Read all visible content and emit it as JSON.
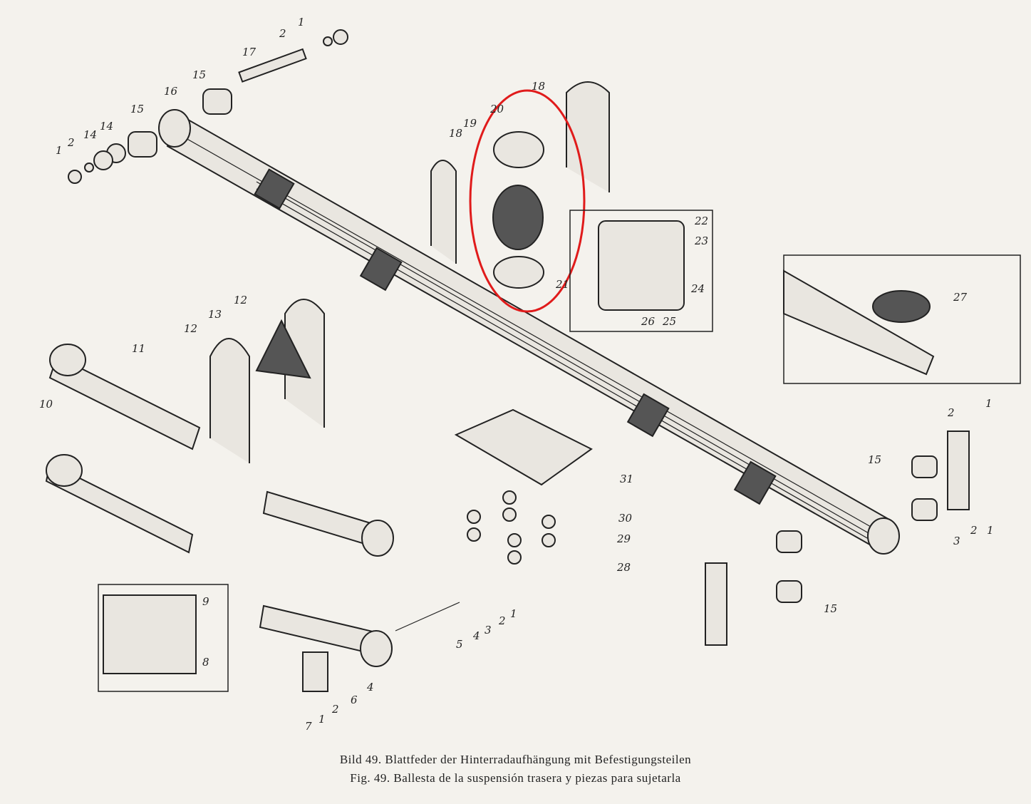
{
  "figure": {
    "caption_de": "Bild 49. Blattfeder der Hinterradaufhängung mit Befestigungsteilen",
    "caption_es": "Fig. 49. Ballesta de la suspensión trasera y piezas para sujetarla",
    "highlight_color": "#e01b1b",
    "part_labels": [
      "1",
      "2",
      "17",
      "15",
      "16",
      "15",
      "14",
      "14",
      "2",
      "1",
      "20",
      "19",
      "18",
      "18",
      "21",
      "22",
      "23",
      "24",
      "26",
      "25",
      "27",
      "12",
      "13",
      "12",
      "11",
      "10",
      "31",
      "30",
      "29",
      "28",
      "15",
      "2",
      "1",
      "3",
      "2",
      "1",
      "15",
      "9",
      "8",
      "5",
      "4",
      "3",
      "2",
      "1",
      "4",
      "6",
      "2",
      "1",
      "7"
    ]
  }
}
